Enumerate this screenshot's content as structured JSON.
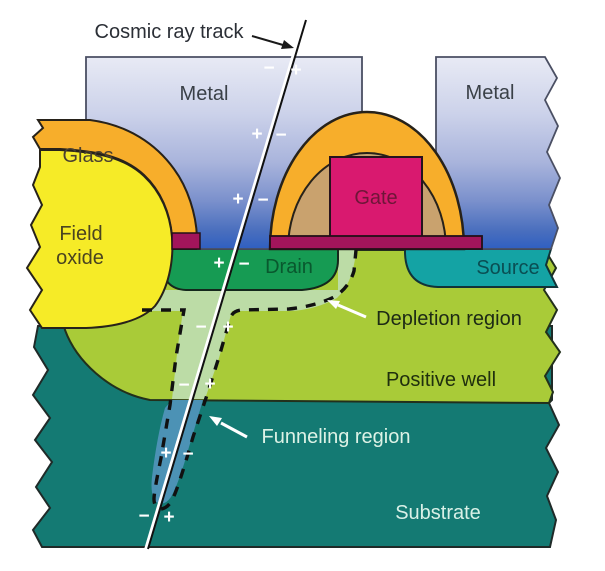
{
  "figure": {
    "labels": {
      "cosmic_ray_track": "Cosmic ray track",
      "metal_left": "Metal",
      "metal_right": "Metal",
      "glass": "Glass",
      "field_oxide_line1": "Field",
      "field_oxide_line2": "oxide",
      "gate": "Gate",
      "drain": "Drain",
      "source": "Source",
      "depletion_region": "Depletion region",
      "positive_well": "Positive well",
      "funneling_region": "Funneling region",
      "substrate": "Substrate"
    },
    "charges": [
      "−",
      "+",
      "+",
      "−",
      "+",
      "−",
      "+",
      "−",
      "−",
      "+",
      "−",
      "+",
      "+",
      "−",
      "−",
      "+"
    ],
    "colors": {
      "background": "#ffffff",
      "metal_gradient_top": "#e9ebf5",
      "metal_gradient_bottom": "#2e5ec0",
      "glass": "#f7ae2b",
      "field_oxide": "#f6eb27",
      "passivation_dome": "#f7ae2b",
      "gate": "#d9196f",
      "gate_sidewall": "#c9a26e",
      "contact_strip": "#a2155b",
      "drain": "#169b53",
      "source": "#14a3a4",
      "positive_well": "#a9cb38",
      "substrate": "#147a73",
      "depletion": "#bcdca6",
      "funnel": "#4c92b5",
      "track_line": "#111111",
      "charge_symbols": "#ffffff"
    }
  }
}
